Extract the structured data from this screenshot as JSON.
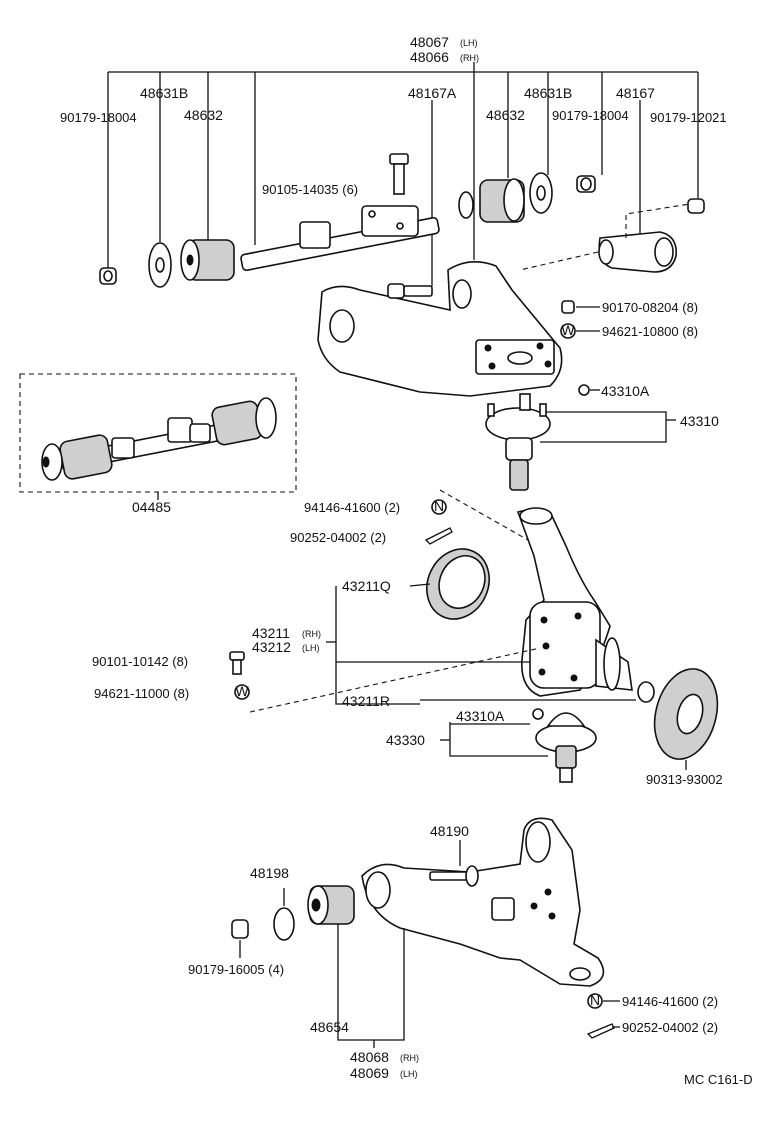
{
  "labels": {
    "l48067": "48067",
    "l48067s": "(LH)",
    "l48066": "48066",
    "l48066s": "(RH)",
    "l48631B_a": "48631B",
    "l48632_a": "48632",
    "l90179_18004_a": "90179-18004",
    "l48167A": "48167A",
    "l48631B_b": "48631B",
    "l48632_b": "48632",
    "l48167": "48167",
    "l90179_18004_b": "90179-18004",
    "l90179_12021": "90179-12021",
    "l90105": "90105-14035 (6)",
    "l90170": "90170-08204 (8)",
    "l94621_10800": "94621-10800 (8)",
    "l43310A_a": "43310A",
    "l43310": "43310",
    "l04485": "04485",
    "l94146_a": "94146-41600 (2)",
    "l90252_a": "90252-04002 (2)",
    "l43211Q": "43211Q",
    "l43211": "43211",
    "l43211s": "(RH)",
    "l43212": "43212",
    "l43212s": "(LH)",
    "l90101": "90101-10142 (8)",
    "l94621_11000": "94621-11000 (8)",
    "l43211R": "43211R",
    "l43310A_b": "43310A",
    "l43330": "43330",
    "l90313": "90313-93002",
    "l48190": "48190",
    "l48198": "48198",
    "l90179_16005": "90179-16005 (4)",
    "l94146_b": "94146-41600 (2)",
    "l90252_b": "90252-04002 (2)",
    "l48654": "48654",
    "l48068": "48068",
    "l48068s": "(RH)",
    "l48069": "48069",
    "l48069s": "(LH)",
    "ref": "MC C161-D"
  },
  "symbols": {
    "nut_mark": "N",
    "washer_mark": "W"
  }
}
